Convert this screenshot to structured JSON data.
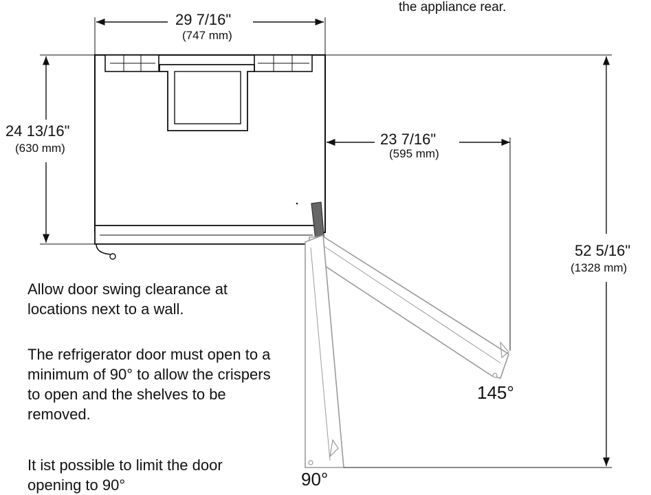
{
  "header_note": "the appliance rear.",
  "dimensions": {
    "width": {
      "imperial": "29 7/16\"",
      "metric": "(747 mm)"
    },
    "depth": {
      "imperial": "24 13/16\"",
      "metric": "(630 mm)"
    },
    "door_offset": {
      "imperial": "23 7/16\"",
      "metric": "(595 mm)"
    },
    "total_depth_open": {
      "imperial": "52 5/16\"",
      "metric": "(1328 mm)"
    }
  },
  "angles": {
    "full_open": "145°",
    "limited_open": "90°"
  },
  "notes": [
    "Allow door swing clearance at locations next to a wall.",
    "The refrigerator door must open to a minimum of 90° to allow the crispers to open and the shelves to be removed.",
    "It ist possible to limit the door opening to 90°"
  ],
  "colors": {
    "line": "#111111",
    "door_outline": "#9a9a9a",
    "handle": "#666666"
  }
}
